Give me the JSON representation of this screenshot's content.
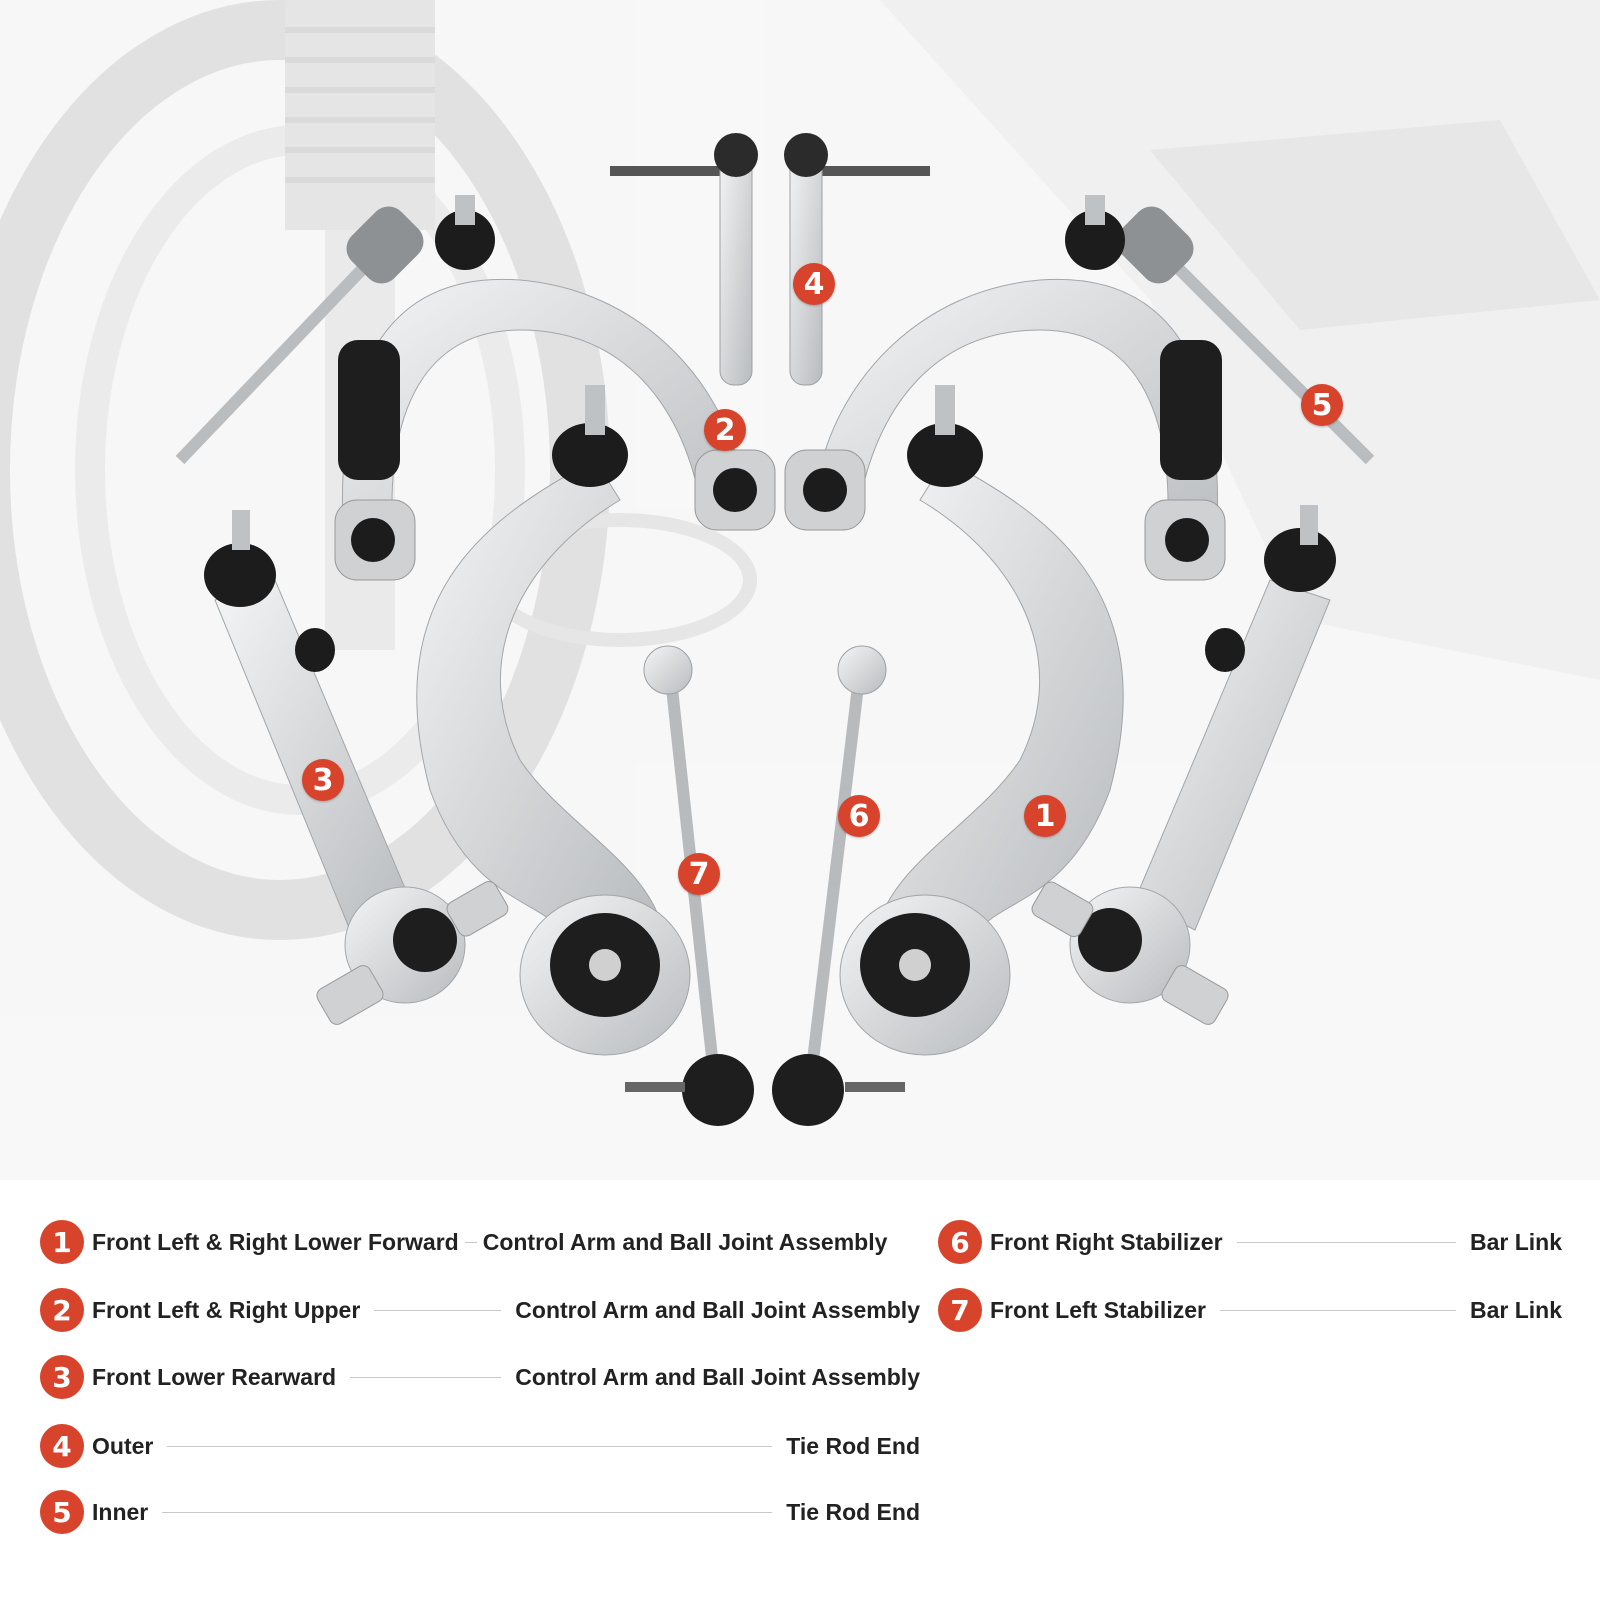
{
  "callouts": [
    "1",
    "2",
    "3",
    "4",
    "5",
    "6",
    "7"
  ],
  "legend": [
    {
      "num": "1",
      "label": "Front Left & Right Lower Forward",
      "part": "Control Arm and Ball Joint Assembly"
    },
    {
      "num": "2",
      "label": "Front Left & Right Upper",
      "part": "Control Arm and Ball Joint Assembly"
    },
    {
      "num": "3",
      "label": "Front Lower Rearward",
      "part": "Control Arm and Ball Joint Assembly"
    },
    {
      "num": "4",
      "label": "Outer",
      "part": "Tie Rod End"
    },
    {
      "num": "5",
      "label": "Inner",
      "part": "Tie Rod End"
    },
    {
      "num": "6",
      "label": "Front Right Stabilizer",
      "part": "Bar Link"
    },
    {
      "num": "7",
      "label": "Front Left Stabilizer",
      "part": "Bar Link"
    }
  ],
  "colors": {
    "accent": "#d8432b",
    "metal": "#d9dbdd",
    "rubber": "#1c1c1c",
    "background_ghost": "#e9eaeb"
  }
}
